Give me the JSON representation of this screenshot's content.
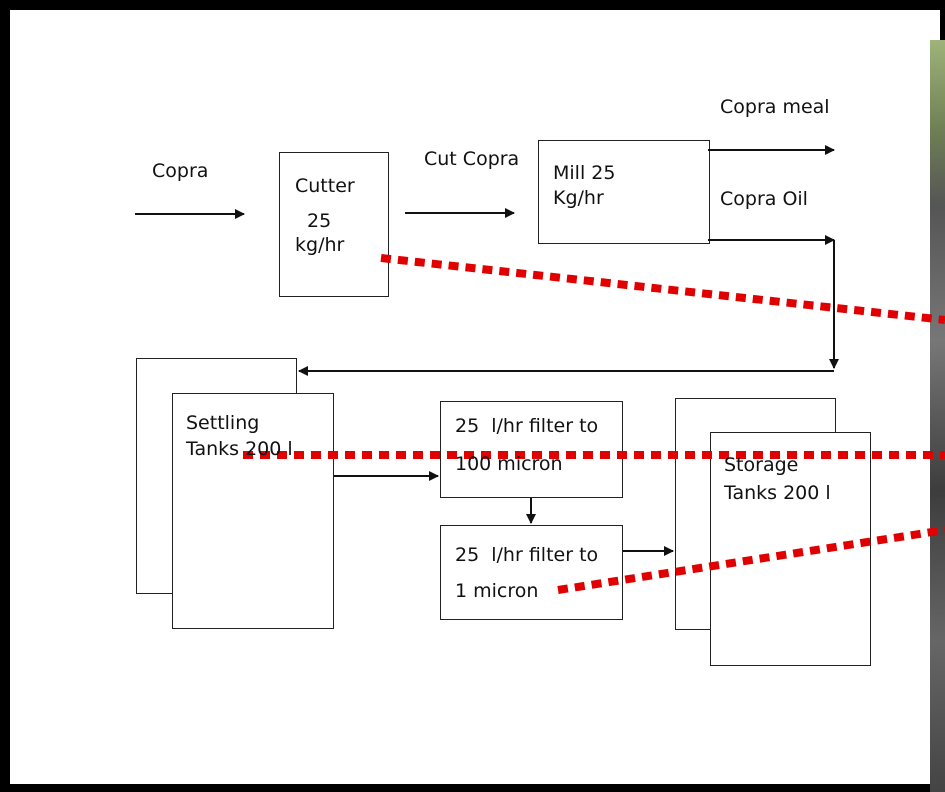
{
  "labels": {
    "copra": "Copra",
    "cutter_line1": "Cutter",
    "cutter_line2": "25",
    "cutter_line3": "kg/hr",
    "cut_copra": "Cut Copra",
    "mill_line1": "Mill 25",
    "mill_line2": "Kg/hr",
    "copra_meal": "Copra meal",
    "copra_oil": "Copra Oil",
    "settling_line1": "Settling",
    "settling_line2": "Tanks 200 l",
    "filter100_line1": "25  l/hr filter to",
    "filter100_line2": "100 micron",
    "filter1_line1": "25  l/hr filter to",
    "filter1_line2": "1 micron",
    "storage_line1": "Storage",
    "storage_line2": "Tanks 200 l"
  },
  "colors": {
    "frame": "#000000",
    "background": "#ffffff",
    "line": "#111111",
    "pointer_dash": "#e00000"
  }
}
